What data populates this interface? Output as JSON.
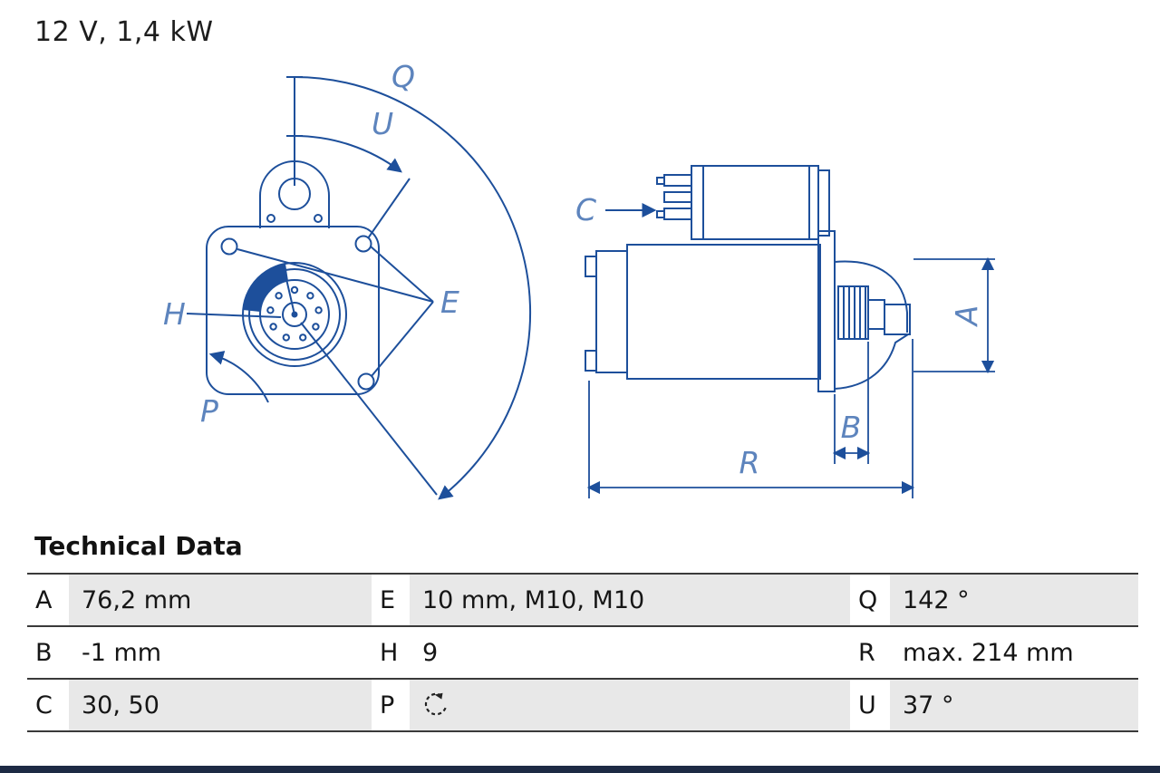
{
  "header": {
    "title": "12 V, 1,4 kW"
  },
  "drawing": {
    "line_color": "#1d4f9b",
    "label_color": "#5d84bd",
    "labels": {
      "q": "Q",
      "u": "U",
      "e": "E",
      "h": "H",
      "p": "P",
      "c": "C",
      "a": "A",
      "b": "B",
      "r": "R"
    }
  },
  "table": {
    "title": "Technical Data",
    "rows": [
      {
        "k1": "A",
        "v1": "76,2 mm",
        "k2": "E",
        "v2": "10 mm, M10, M10",
        "k3": "Q",
        "v3": "142 °"
      },
      {
        "k1": "B",
        "v1": "-1 mm",
        "k2": "H",
        "v2": "9",
        "k3": "R",
        "v3": "max. 214 mm"
      },
      {
        "k1": "C",
        "v1": "30, 50",
        "k2": "P",
        "v2": "",
        "k3": "U",
        "v3": "37 °"
      }
    ],
    "p_icon": "counterclockwise-rotation-icon"
  }
}
